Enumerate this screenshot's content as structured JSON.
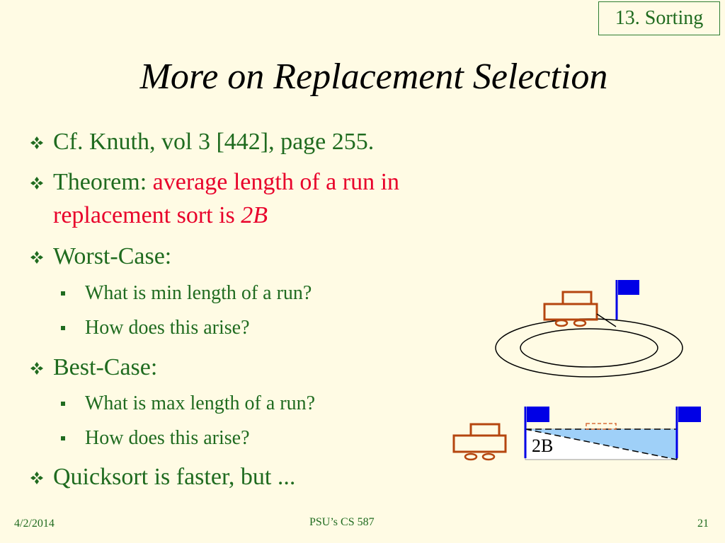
{
  "header": {
    "section": "13. Sorting",
    "title": "More on Replacement Selection"
  },
  "bullets": {
    "knuth": "Cf. Knuth, vol 3 [442], page 255.",
    "theorem_label": "Theorem: ",
    "theorem_red": "average length of a run in",
    "theorem_red_line2": "replacement sort is ",
    "theorem_italic": "2B",
    "worst_case": "Worst-Case:",
    "worst_q1": "What is min length of a run?",
    "worst_q2": "How does this arise?",
    "best_case": "Best-Case:",
    "best_q1": "What is max length of a run?",
    "best_q2": "How does this arise?",
    "quicksort": "Quicksort is faster, but ..."
  },
  "diagram": {
    "label_2b": "2B",
    "colors": {
      "car": "#b5460f",
      "flag": "#0000e6",
      "wedge": "#9fd0f8"
    }
  },
  "footer": {
    "date": "4/2/2014",
    "course": "PSU’s CS 587",
    "page": "21"
  }
}
